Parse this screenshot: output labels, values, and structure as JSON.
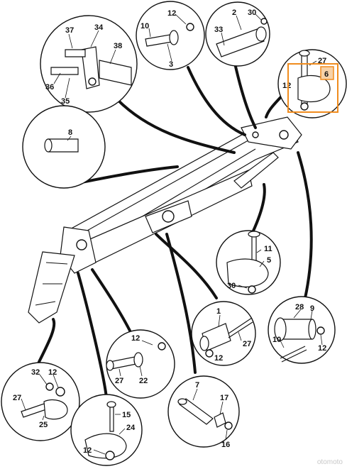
{
  "accent": "#f08c1e",
  "highlight_box": {
    "label": "6"
  },
  "callouts": {
    "c1": [
      "37",
      "34",
      "38",
      "36",
      "35"
    ],
    "c2": [
      "12",
      "10",
      "3"
    ],
    "c3": [
      "2",
      "30",
      "33"
    ],
    "c4": [
      "27",
      "6",
      "12"
    ],
    "c5": [
      "8"
    ],
    "c6": [
      "11",
      "5",
      "30"
    ],
    "c7": [
      "1",
      "27",
      "12"
    ],
    "c8": [
      "28",
      "9",
      "10",
      "12"
    ],
    "c9": [
      "12",
      "27",
      "22"
    ],
    "c10": [
      "32",
      "12",
      "27",
      "25"
    ],
    "c11": [
      "15",
      "24",
      "12"
    ],
    "c12": [
      "7",
      "17",
      "16"
    ]
  },
  "watermark": "otomoto"
}
